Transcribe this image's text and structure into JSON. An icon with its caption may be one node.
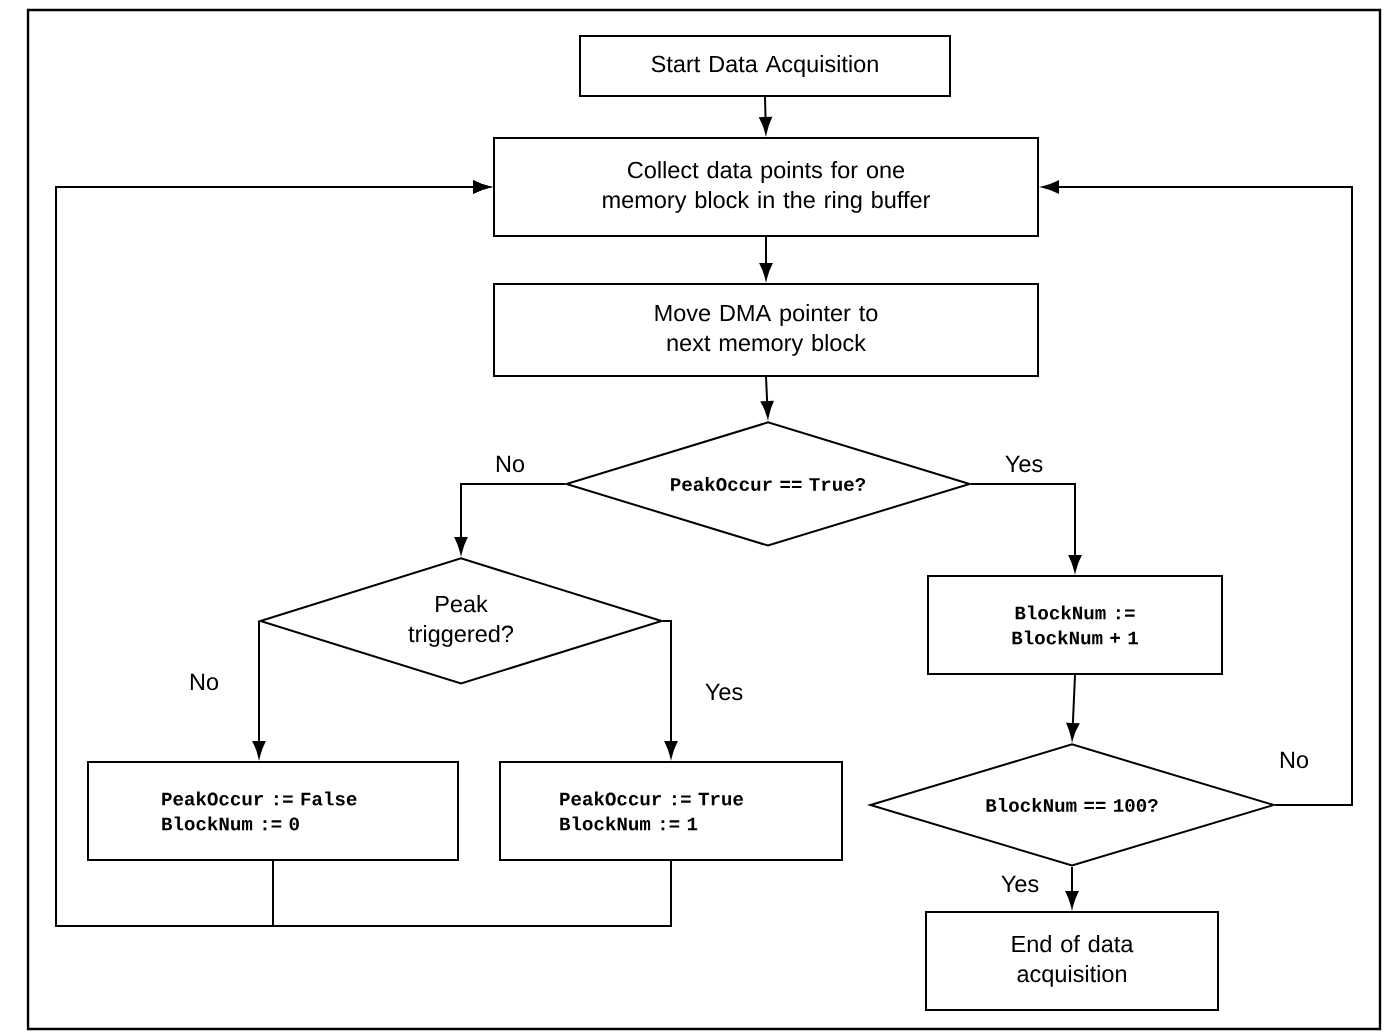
{
  "diagram": {
    "nodes": [
      {
        "text": [
          "Start Data Acquisition"
        ]
      },
      {
        "text": [
          "Collect data points for one memory block in the ring buffer"
        ]
      },
      {
        "text": [
          "Move DMA pointer to next memory block"
        ]
      },
      {
        "text": [
          "PeakOccur == True?"
        ]
      },
      {
        "text": [
          "Peak triggered?"
        ]
      },
      {
        "text": [
          "BlockNum := BlockNum + 1"
        ]
      },
      {
        "text": [
          "PeakOccur := False BlockNum := 0"
        ]
      },
      {
        "text": [
          "PeakOccur := True BlockNum := 1"
        ]
      },
      {
        "text": [
          "BlockNum == 100?"
        ]
      },
      {
        "text": [
          "End of data acquisition"
        ]
      }
    ],
    "edges": [
      {
        "from": 0,
        "to": 1,
        "arrow": "to"
      },
      {
        "from": 1,
        "to": 2,
        "arrow": "to"
      },
      {
        "from": 2,
        "to": 3,
        "arrow": "to"
      },
      {
        "from": 3,
        "to": 4,
        "arrow": "to",
        "label": "No"
      },
      {
        "from": 3,
        "to": 5,
        "arrow": "to",
        "label": "Yes"
      },
      {
        "from": 4,
        "to": 6,
        "arrow": "to",
        "label": "No"
      },
      {
        "from": 4,
        "to": 7,
        "arrow": "to",
        "label": "Yes"
      },
      {
        "from": 5,
        "to": 8,
        "arrow": "to"
      },
      {
        "from": 8,
        "to": 9,
        "arrow": "to",
        "label": "Yes"
      },
      {
        "from": 8,
        "to": 1,
        "arrow": "to",
        "label": "No"
      },
      {
        "from": 6,
        "to": 1,
        "arrow": "to"
      },
      {
        "from": 7,
        "to": 1,
        "arrow": "to"
      }
    ]
  }
}
